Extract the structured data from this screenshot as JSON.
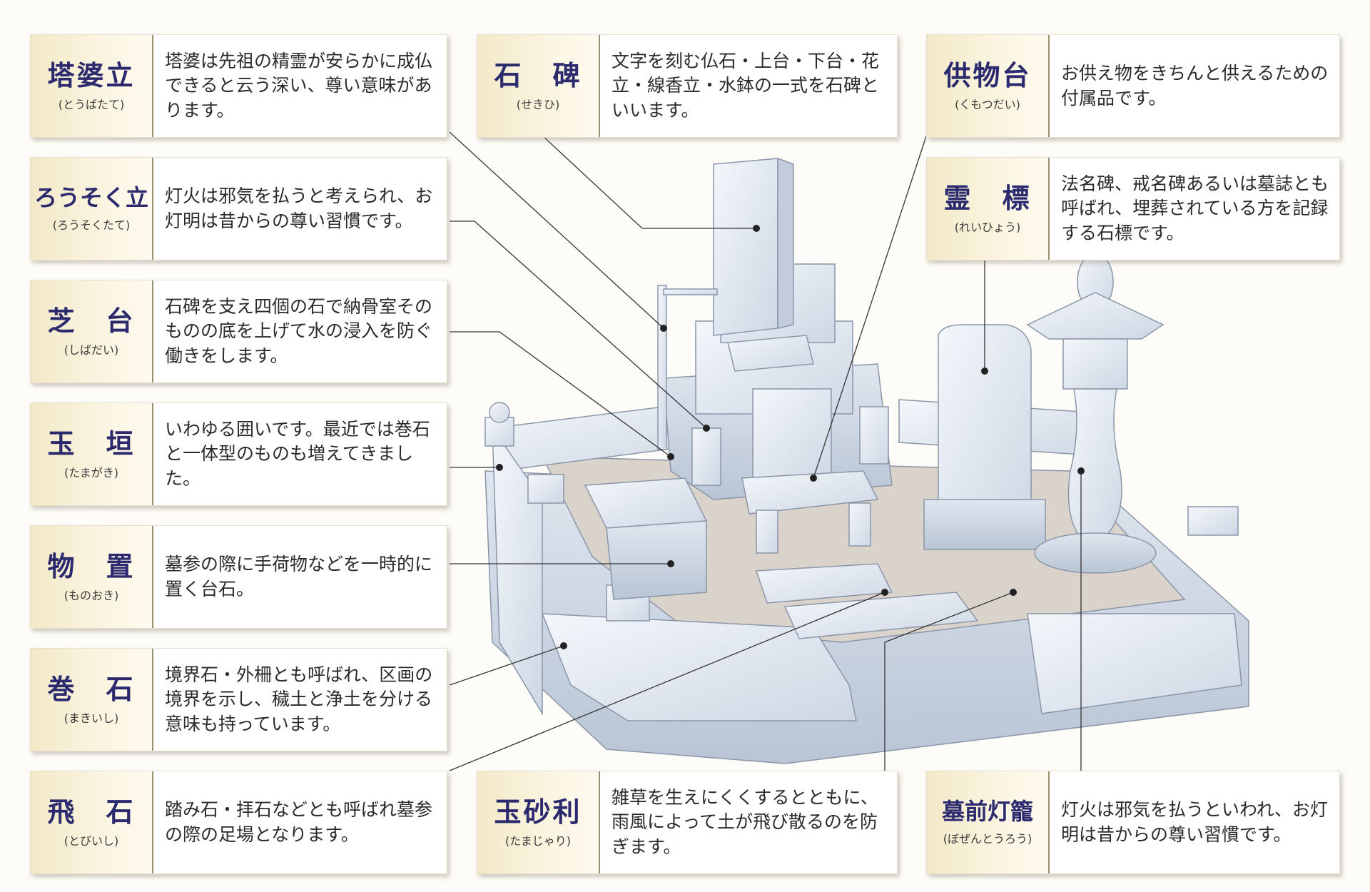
{
  "items": [
    {
      "name": "塔婆立",
      "reading": "(とうばたて)",
      "text": "塔婆は先祖の精霊が安らかに成仏できると云う深い、尊い意味があります。"
    },
    {
      "name": "ろうそく立",
      "reading": "(ろうそくたて)",
      "text": "灯火は邪気を払うと考えられ、お灯明は昔からの尊い習慣です。"
    },
    {
      "name": "芝　台",
      "reading": "(しばだい)",
      "text": "石碑を支え四個の石で納骨室そのものの底を上げて水の浸入を防ぐ働きをします。"
    },
    {
      "name": "玉　垣",
      "reading": "(たまがき)",
      "text": "いわゆる囲いです。最近では巻石と一体型のものも増えてきました。"
    },
    {
      "name": "物　置",
      "reading": "(ものおき)",
      "text": "墓参の際に手荷物などを一時的に置く台石。"
    },
    {
      "name": "巻　石",
      "reading": "(まきいし)",
      "text": "境界石・外柵とも呼ばれ、区画の境界を示し、穢土と浄土を分ける意味も持っています。"
    },
    {
      "name": "飛　石",
      "reading": "(とびいし)",
      "text": "踏み石・拝石などとも呼ばれ墓参の際の足場となります。"
    },
    {
      "name": "石　碑",
      "reading": "(せきひ)",
      "text": "文字を刻む仏石・上台・下台・花立・線香立・水鉢の一式を石碑といいます。"
    },
    {
      "name": "玉砂利",
      "reading": "(たまじゃり)",
      "text": "雑草を生えにくくするとともに、雨風によって土が飛び散るのを防ぎます。"
    },
    {
      "name": "供物台",
      "reading": "(くもつだい)",
      "text": "お供え物をきちんと供えるための付属品です。"
    },
    {
      "name": "霊　標",
      "reading": "(れいひょう)",
      "text": "法名碑、戒名碑あるいは墓誌とも呼ばれ、埋葬されている方を記録する石標です。"
    },
    {
      "name": "墓前灯籠",
      "reading": "(ぼぜんとうろう)",
      "text": "灯火は邪気を払うといわれ、お灯明は昔からの尊い習慣です。"
    }
  ],
  "colors": {
    "title_text": "#2b2a6e",
    "line": "#333333",
    "stone": "#e8edf4",
    "stone_dark": "#c9d3e0",
    "gravel": "#9c948c"
  }
}
